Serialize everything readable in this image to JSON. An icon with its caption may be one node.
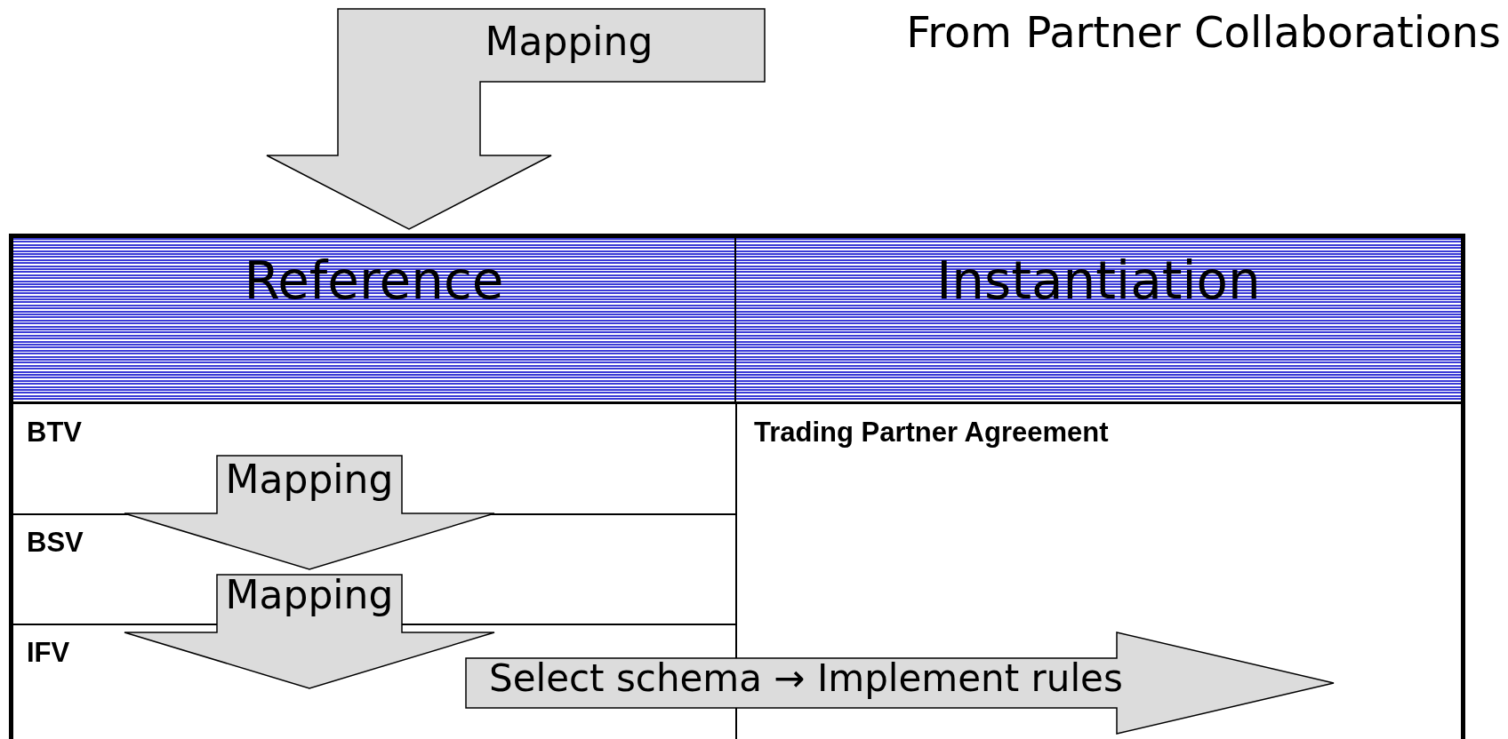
{
  "diagram": {
    "title": "From Partner Collaborations",
    "nodes": [
      {
        "text": [
          "Reference"
        ]
      },
      {
        "text": [
          "Instantiation"
        ]
      },
      {
        "text": [
          "BTV"
        ]
      },
      {
        "text": [
          "BSV"
        ]
      },
      {
        "text": [
          "IFV"
        ]
      },
      {
        "text": [
          "Trading Partner Agreement"
        ]
      }
    ],
    "edges": [
      {
        "from": null,
        "to": 0,
        "arrow": "to",
        "label": "Mapping"
      },
      {
        "from": 2,
        "to": 3,
        "arrow": "to",
        "label": "Mapping"
      },
      {
        "from": 3,
        "to": 4,
        "arrow": "to",
        "label": "Mapping"
      },
      {
        "from": 4,
        "to": 5,
        "arrow": "to",
        "label": "Select schema → Implement rules"
      }
    ]
  }
}
